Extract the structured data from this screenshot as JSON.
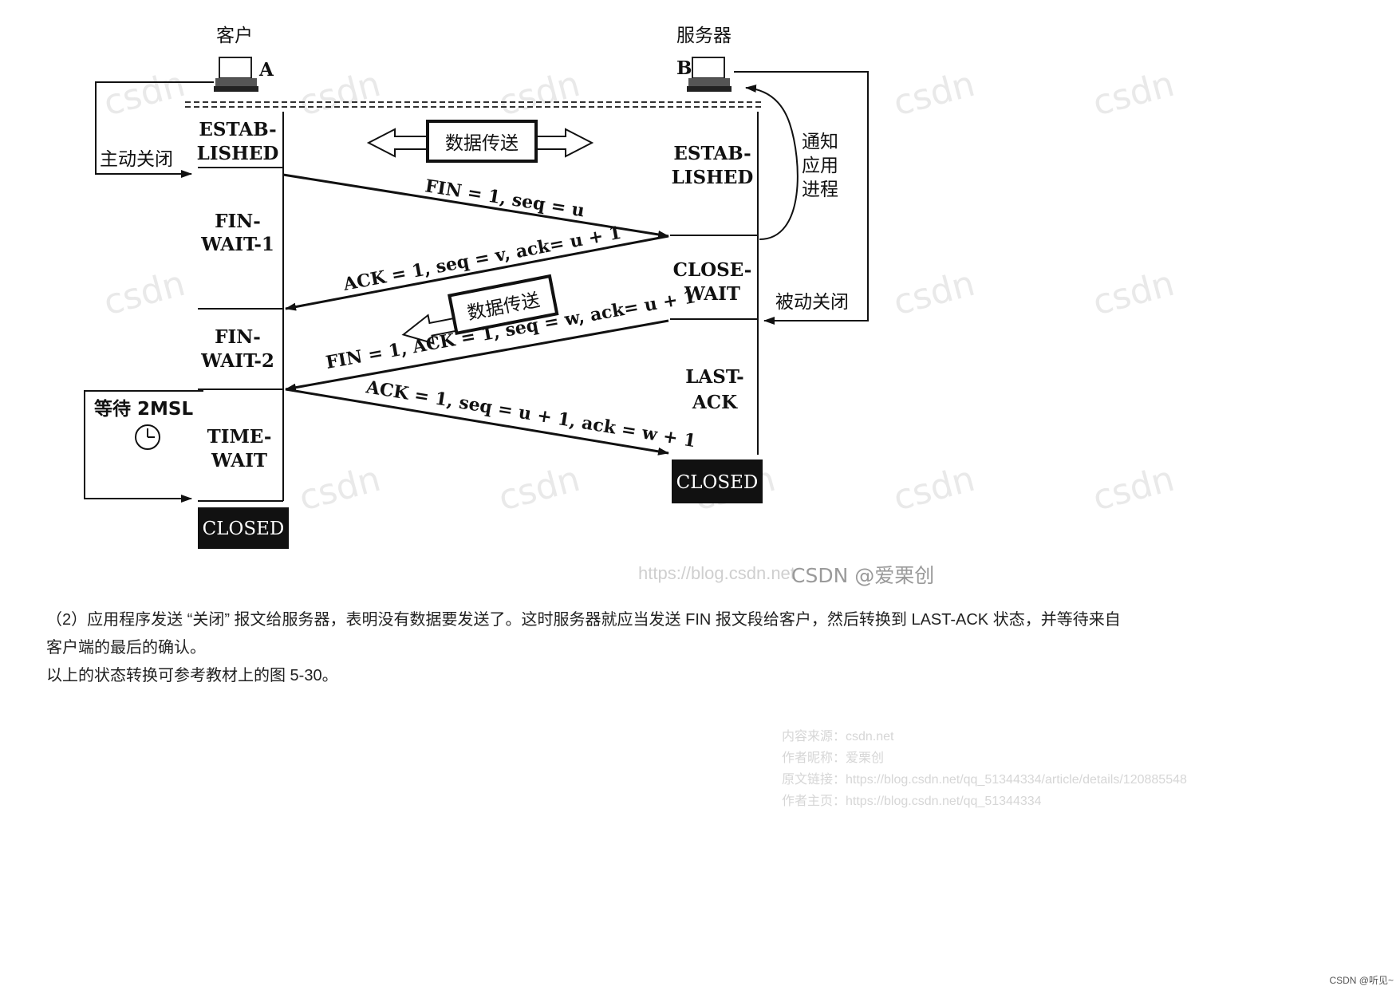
{
  "diagram": {
    "client_label": "客户",
    "client_host": "A",
    "server_label": "服务器",
    "server_host": "B",
    "client_states": [
      "ESTAB-",
      "LISHED",
      "FIN-",
      "WAIT-1",
      "FIN-",
      "WAIT-2",
      "TIME-",
      "WAIT",
      "CLOSED"
    ],
    "server_states": [
      "ESTAB-",
      "LISHED",
      "CLOSE-",
      "WAIT",
      "LAST-",
      "ACK",
      "CLOSED"
    ],
    "active_close": "主动关闭",
    "passive_close": "被动关闭",
    "notify_app": [
      "通知",
      "应用",
      "进程"
    ],
    "wait_2msl": "等待 2MSL",
    "data_transfer_label": "数据传送",
    "messages": {
      "fin1": "FIN = 1, seq = u",
      "ack1": "ACK = 1, seq = v, ack= u + 1",
      "fin2": "FIN = 1, ACK = 1, seq = w, ack= u + 1",
      "ack2": "ACK = 1, seq = u + 1, ack = w + 1"
    },
    "watermark_url": "https://blog.csdn.net",
    "watermark_brand": "CSDN @爱栗创",
    "tile_watermark": "csdn"
  },
  "article": {
    "para1_line1": "（2）应用程序发送 “关闭” 报文给服务器，表明没有数据要发送了。这时服务器就应当发送 FIN 报文段给客户，然后转换到 LAST-ACK 状态，并等待来自",
    "para1_line2": "客户端的最后的确认。",
    "para2": "以上的状态转换可参考教材上的图 5-30。"
  },
  "meta": {
    "source": "内容来源：csdn.net",
    "author": "作者昵称：爱栗创",
    "link": "原文链接：https://blog.csdn.net/qq_51344334/article/details/120885548",
    "home": "作者主页：https://blog.csdn.net/qq_51344334"
  },
  "corner": "CSDN @听见~"
}
